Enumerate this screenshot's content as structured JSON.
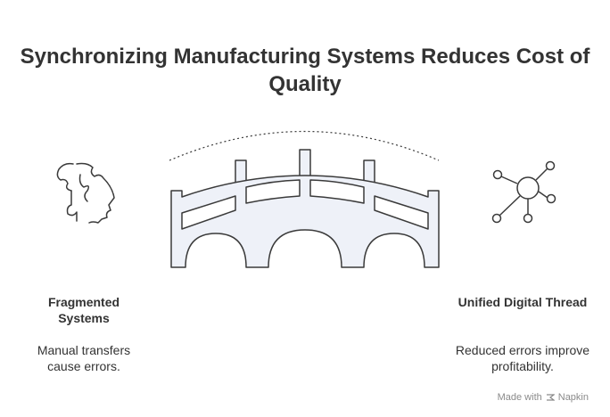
{
  "title": "Synchronizing Manufacturing Systems Reduces Cost of Quality",
  "left": {
    "label": "Fragmented Systems",
    "description": "Manual transfers cause errors.",
    "icon": "head-puzzle-icon"
  },
  "right": {
    "label": "Unified Digital Thread",
    "description": "Reduced errors improve profitability.",
    "icon": "network-hub-icon"
  },
  "center_icon": "bridge-icon",
  "footer": {
    "made_with": "Made with",
    "brand": "Napkin"
  },
  "colors": {
    "stroke": "#3a3a3a",
    "bridge_fill": "#eef1f8",
    "text": "#333333",
    "footer_text": "#8a8a8a"
  }
}
